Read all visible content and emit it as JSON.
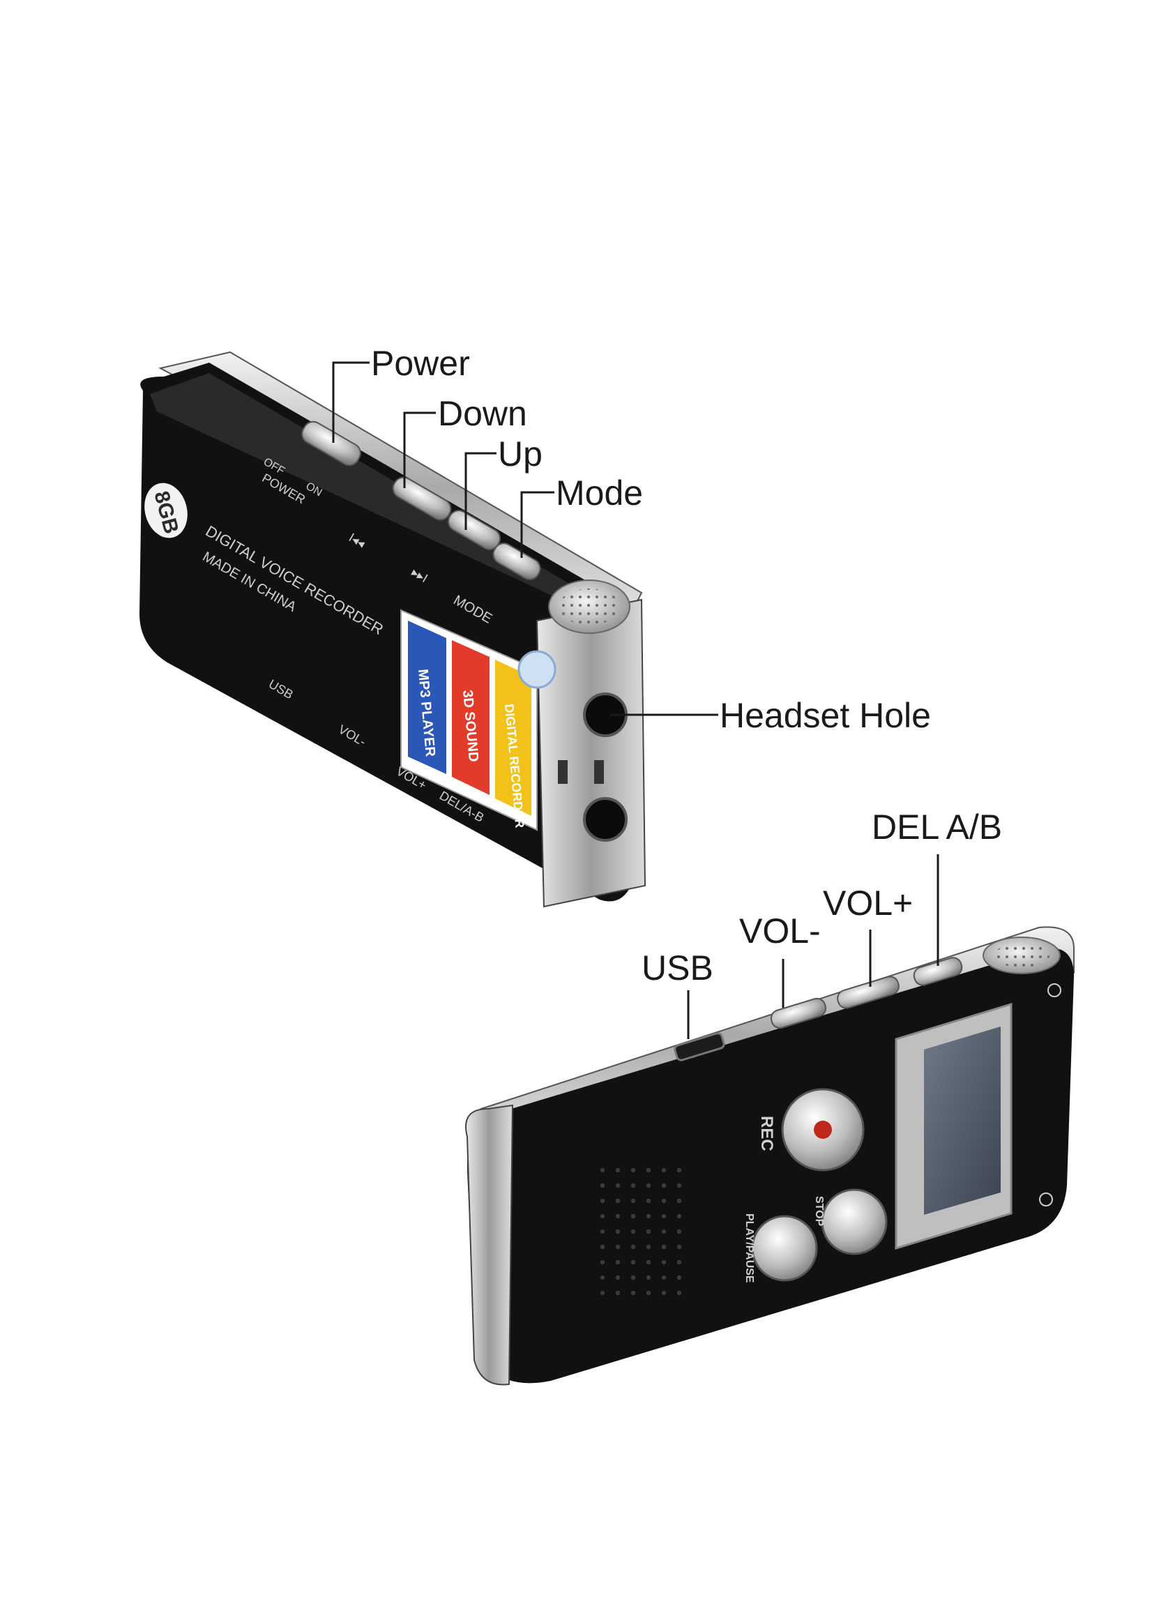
{
  "callouts": {
    "power": "Power",
    "down": "Down",
    "up": "Up",
    "mode": "Mode",
    "headset_hole": "Headset Hole",
    "usb": "USB",
    "vol_minus": "VOL-",
    "vol_plus": "VOL+",
    "del_ab": "DEL A/B"
  },
  "device_top": {
    "capacity_badge": "8GB",
    "switch_label_off": "OFF",
    "switch_label_on": "ON",
    "switch_label_power": "POWER",
    "prev_symbol": "I◂◂",
    "next_symbol": "▸▸I",
    "mode_label": "MODE",
    "brand_line1": "DIGITAL VOICE RECORDER",
    "brand_line2": "MADE IN CHINA",
    "usb_label": "USB",
    "vol_minus_label": "VOL-",
    "vol_plus_label": "VOL+",
    "del_label": "DEL/A-B",
    "sticker_mp3": "MP3 PLAYER",
    "sticker_3d": "3D SOUND",
    "sticker_recorder": "DIGITAL RECORDER"
  },
  "device_front": {
    "rec_label": "REC",
    "stop_label": "STOP",
    "play_label": "PLAY/PAUSE"
  },
  "colors": {
    "body": "#111111",
    "chrome": "#c9c9c9",
    "sticker_blue": "#2a57b8",
    "sticker_red": "#e23b2a",
    "sticker_yellow": "#f2c21a",
    "rec_dot": "#c0281e"
  }
}
